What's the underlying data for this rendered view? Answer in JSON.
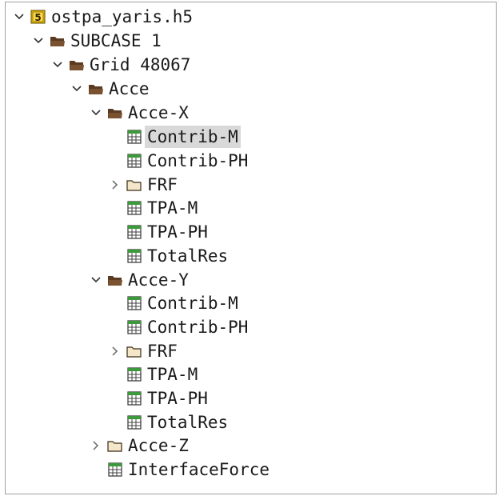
{
  "tree": {
    "nodes": [
      {
        "label": "ostpa_yaris.h5",
        "icon": "file-h5-icon",
        "toggle": "expanded"
      },
      {
        "label": "SUBCASE 1",
        "icon": "folder-open-icon",
        "toggle": "expanded"
      },
      {
        "label": "Grid 48067",
        "icon": "folder-open-icon",
        "toggle": "expanded"
      },
      {
        "label": "Acce",
        "icon": "folder-open-icon",
        "toggle": "expanded"
      },
      {
        "label": "Acce-X",
        "icon": "folder-open-icon",
        "toggle": "expanded"
      },
      {
        "label": "Contrib-M",
        "icon": "table-icon",
        "toggle": "none",
        "selected": true
      },
      {
        "label": "Contrib-PH",
        "icon": "table-icon",
        "toggle": "none"
      },
      {
        "label": "FRF",
        "icon": "folder-closed-icon",
        "toggle": "collapsed"
      },
      {
        "label": "TPA-M",
        "icon": "table-icon",
        "toggle": "none"
      },
      {
        "label": "TPA-PH",
        "icon": "table-icon",
        "toggle": "none"
      },
      {
        "label": "TotalRes",
        "icon": "table-icon",
        "toggle": "none"
      },
      {
        "label": "Acce-Y",
        "icon": "folder-open-icon",
        "toggle": "expanded"
      },
      {
        "label": "Contrib-M",
        "icon": "table-icon",
        "toggle": "none"
      },
      {
        "label": "Contrib-PH",
        "icon": "table-icon",
        "toggle": "none"
      },
      {
        "label": "FRF",
        "icon": "folder-closed-icon",
        "toggle": "collapsed"
      },
      {
        "label": "TPA-M",
        "icon": "table-icon",
        "toggle": "none"
      },
      {
        "label": "TPA-PH",
        "icon": "table-icon",
        "toggle": "none"
      },
      {
        "label": "TotalRes",
        "icon": "table-icon",
        "toggle": "none"
      },
      {
        "label": "Acce-Z",
        "icon": "folder-closed-icon",
        "toggle": "collapsed"
      },
      {
        "label": "InterfaceForce",
        "icon": "table-icon",
        "toggle": "none"
      }
    ],
    "h5_badge": "5"
  },
  "colors": {
    "selection": "#d9d9d9",
    "h5_badge_fill": "#f2c200",
    "folder_fill": "#5a3b22",
    "folder_closed_fill": "#f3e6c9",
    "table_green": "#3c9a3c"
  }
}
